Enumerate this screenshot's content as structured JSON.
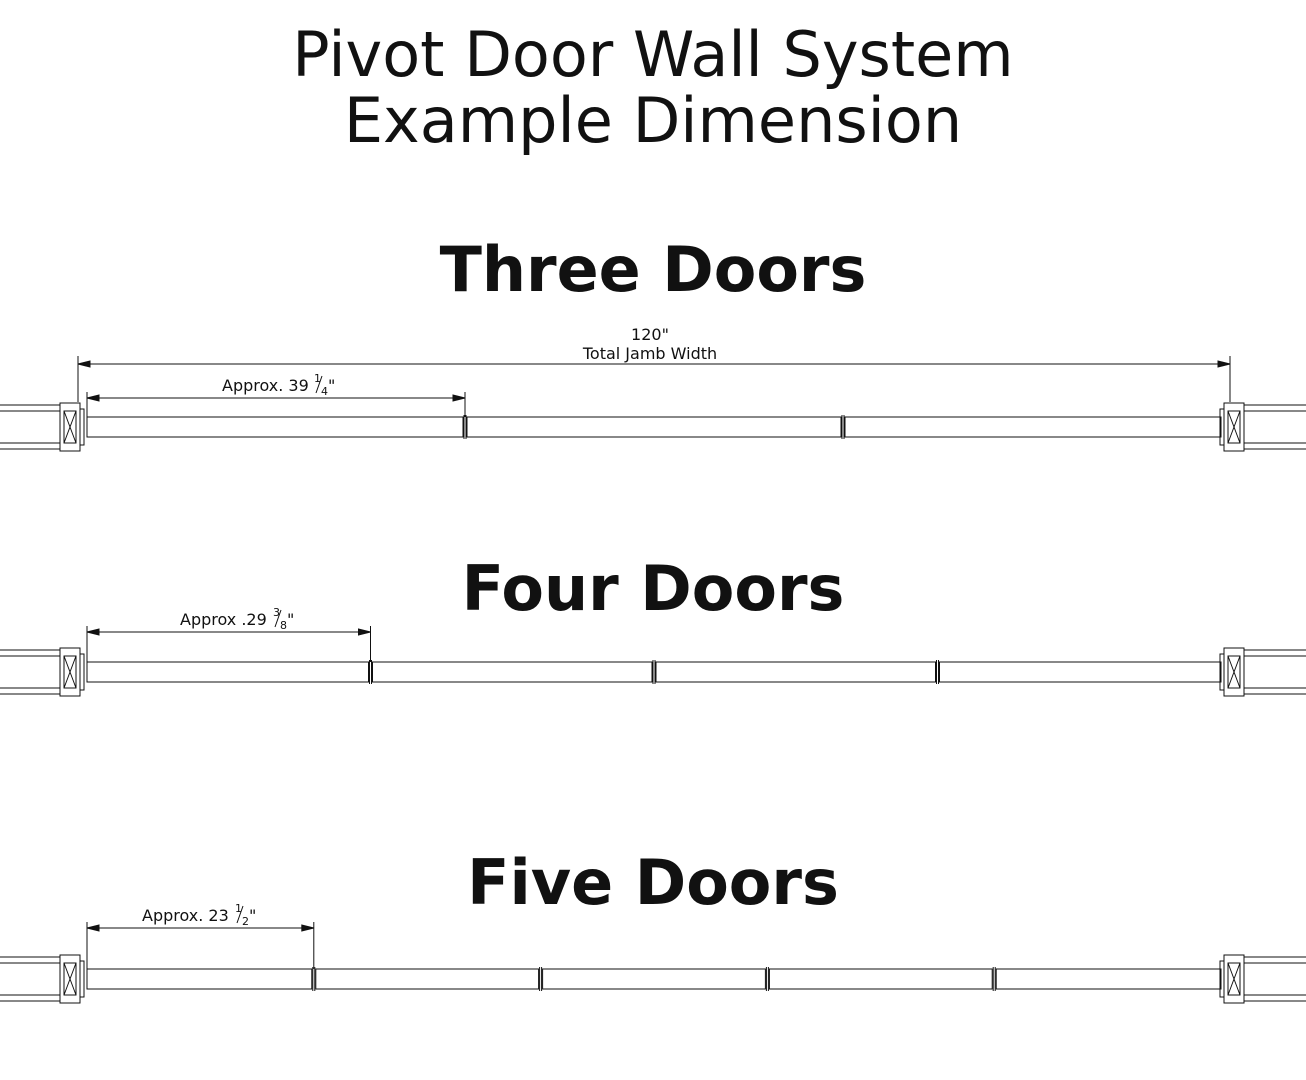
{
  "title": {
    "line1": "Pivot Door Wall System",
    "line2": "Example Dimension"
  },
  "sections": [
    {
      "heading": "Three Doors",
      "door_count": 3,
      "total": {
        "value": "120\"",
        "label": "Total Jamb Width"
      },
      "panel_dim": {
        "prefix": "Approx. 39",
        "num": "1",
        "den": "4",
        "suffix": "\""
      }
    },
    {
      "heading": "Four Doors",
      "door_count": 4,
      "panel_dim": {
        "prefix": "Approx .29",
        "num": "3",
        "den": "8",
        "suffix": "\""
      }
    },
    {
      "heading": "Five Doors",
      "door_count": 5,
      "panel_dim": {
        "prefix": "Approx. 23",
        "num": "1",
        "den": "2",
        "suffix": "\""
      }
    }
  ],
  "colors": {
    "line": "#111111",
    "background": "#ffffff"
  }
}
